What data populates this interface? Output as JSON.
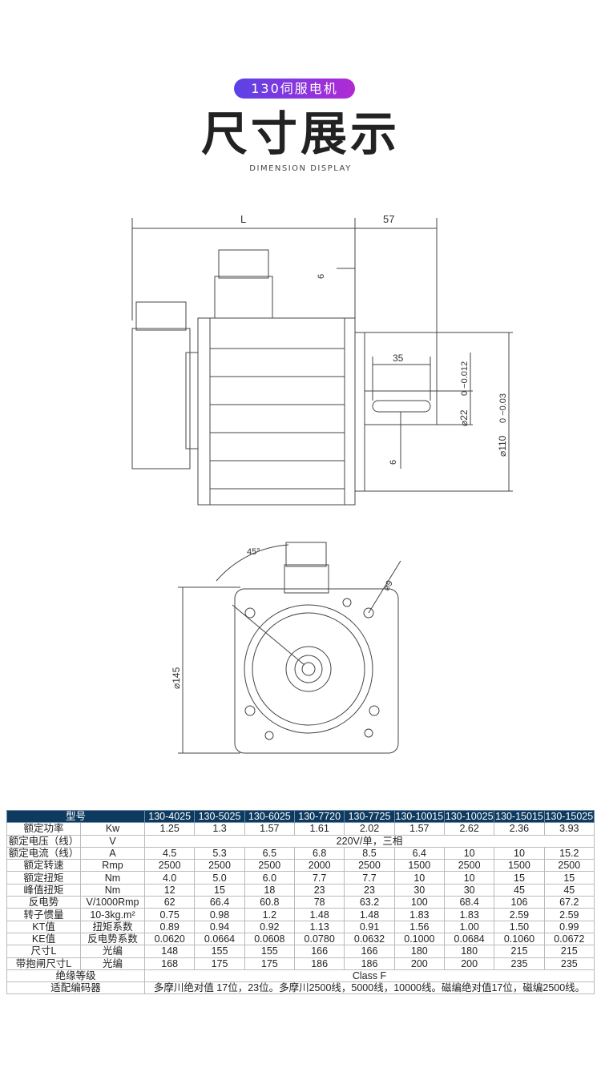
{
  "header": {
    "badge": "130伺服电机",
    "title": "尺寸展示",
    "subtitle": "DIMENSION DISPLAY"
  },
  "drawing": {
    "side": {
      "length": "L",
      "shaft_length": "57",
      "key_offset": "6",
      "key_length": "35",
      "key_width": "6",
      "shaft_tol": "0  −0.012",
      "shaft_dia": "⌀22",
      "spigot_tol": "0  −0.03",
      "spigot_dia": "⌀110"
    },
    "front": {
      "angle": "45°",
      "hole": "⌀9",
      "pcd": "⌀145"
    }
  },
  "table": {
    "header_label": "型号",
    "models": [
      "130-4025",
      "130-5025",
      "130-6025",
      "130-7720",
      "130-7725",
      "130-10015",
      "130-10025",
      "130-15015",
      "130-15025"
    ],
    "rows": [
      {
        "name": "额定功率",
        "unit": "Kw",
        "values": [
          "1.25",
          "1.3",
          "1.57",
          "1.61",
          "2.02",
          "1.57",
          "2.62",
          "2.36",
          "3.93"
        ]
      },
      {
        "name": "额定电压（线）",
        "unit": "V",
        "span": "220V/单，三相"
      },
      {
        "name": "额定电流（线）",
        "unit": "A",
        "values": [
          "4.5",
          "5.3",
          "6.5",
          "6.8",
          "8.5",
          "6.4",
          "10",
          "10",
          "15.2"
        ]
      },
      {
        "name": "额定转速",
        "unit": "Rmp",
        "values": [
          "2500",
          "2500",
          "2500",
          "2000",
          "2500",
          "1500",
          "2500",
          "1500",
          "2500"
        ]
      },
      {
        "name": "额定扭矩",
        "unit": "Nm",
        "values": [
          "4.0",
          "5.0",
          "6.0",
          "7.7",
          "7.7",
          "10",
          "10",
          "15",
          "15"
        ]
      },
      {
        "name": "峰值扭矩",
        "unit": "Nm",
        "values": [
          "12",
          "15",
          "18",
          "23",
          "23",
          "30",
          "30",
          "45",
          "45"
        ]
      },
      {
        "name": "反电势",
        "unit": "V/1000Rmp",
        "values": [
          "62",
          "66.4",
          "60.8",
          "78",
          "63.2",
          "100",
          "68.4",
          "106",
          "67.2"
        ]
      },
      {
        "name": "转子惯量",
        "unit": "10-3kg.m²",
        "values": [
          "0.75",
          "0.98",
          "1.2",
          "1.48",
          "1.48",
          "1.83",
          "1.83",
          "2.59",
          "2.59"
        ]
      },
      {
        "name": "KT值",
        "unit": "扭矩系数",
        "values": [
          "0.89",
          "0.94",
          "0.92",
          "1.13",
          "0.91",
          "1.56",
          "1.00",
          "1.50",
          "0.99"
        ]
      },
      {
        "name": "KE值",
        "unit": "反电势系数",
        "values": [
          "0.0620",
          "0.0664",
          "0.0608",
          "0.0780",
          "0.0632",
          "0.1000",
          "0.0684",
          "0.1060",
          "0.0672"
        ]
      },
      {
        "name": "尺寸L",
        "unit": "光编",
        "values": [
          "148",
          "155",
          "155",
          "166",
          "166",
          "180",
          "180",
          "215",
          "215"
        ]
      },
      {
        "name": "带抱闸尺寸L",
        "unit": "光编",
        "values": [
          "168",
          "175",
          "175",
          "186",
          "186",
          "200",
          "200",
          "235",
          "235"
        ]
      }
    ],
    "insulation": {
      "name": "绝缘等级",
      "value": "Class F"
    },
    "encoder": {
      "name": "适配编码器",
      "value": "多摩川绝对值 17位，23位。多摩川2500线，5000线，10000线。磁编绝对值17位，磁编2500线。"
    }
  }
}
